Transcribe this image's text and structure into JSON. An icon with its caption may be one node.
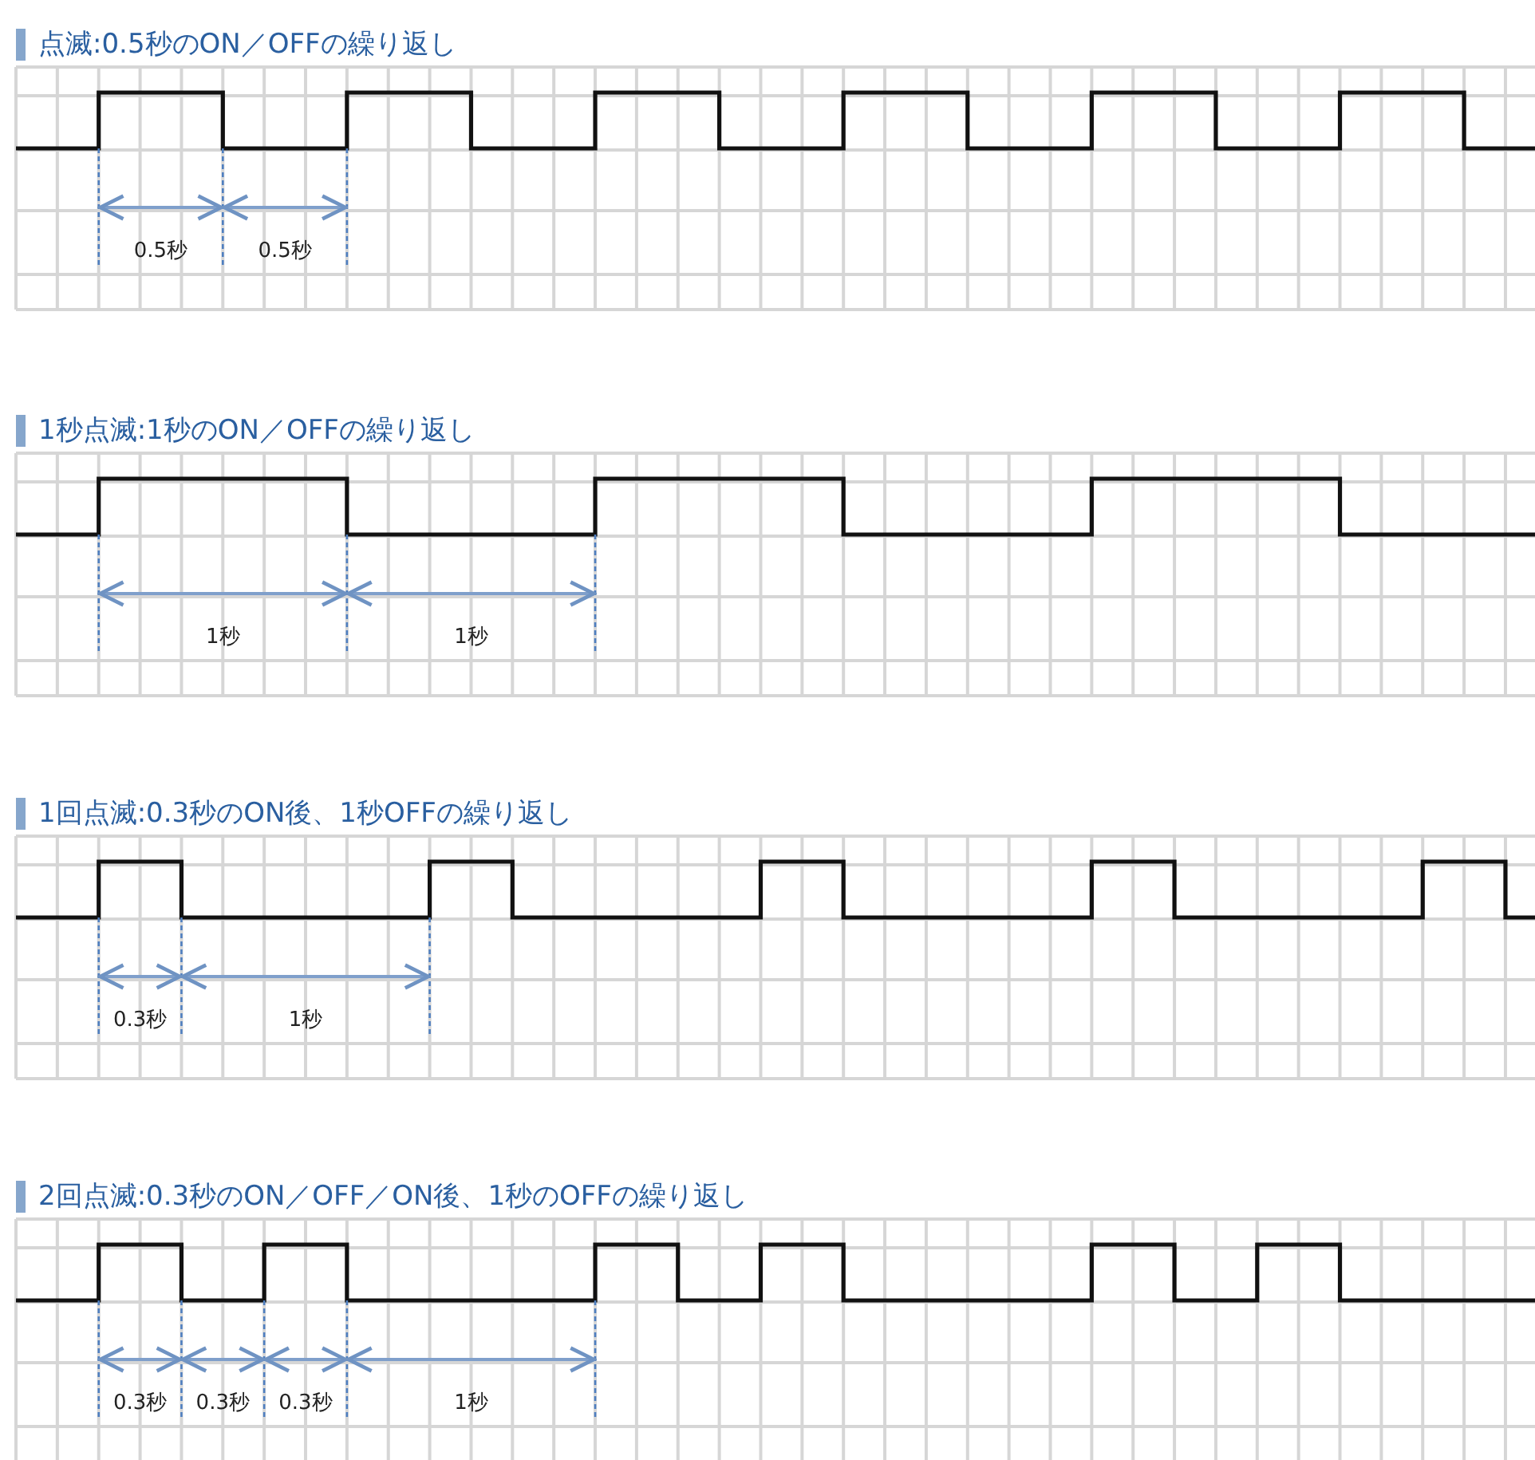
{
  "diagram": {
    "labels": [
      "点滅:0.5秒のON／OFFの繰り返し",
      "0.5秒",
      "0.5秒",
      "1秒点滅:1秒のON／OFFの繰り返し",
      "1秒",
      "1秒",
      "1回点滅:0.3秒のON後、1秒OFFの繰り返し",
      "0.3秒",
      "1秒",
      "2回点滅:0.3秒のON／OFF／ON後、1秒のOFFの繰り返し",
      "0.3秒",
      "0.3秒",
      "0.3秒",
      "1秒"
    ]
  }
}
